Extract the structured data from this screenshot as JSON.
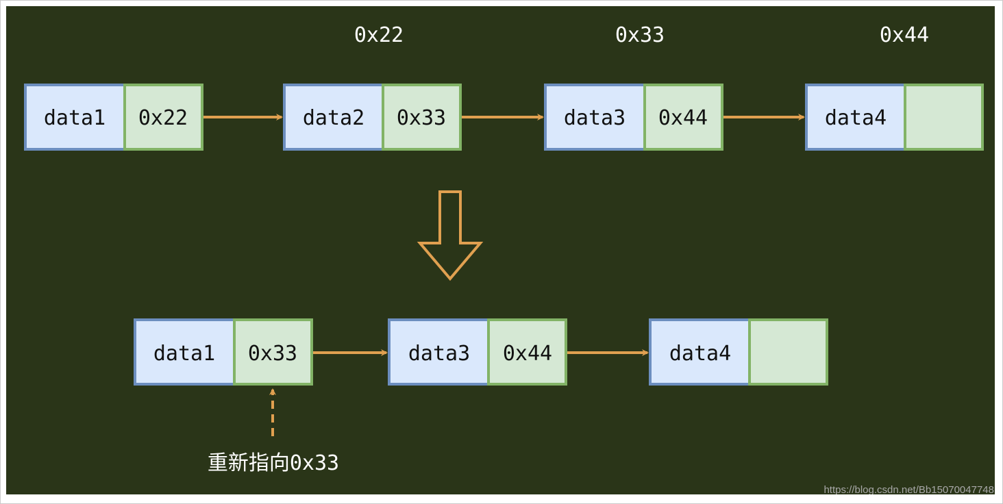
{
  "colors": {
    "background": "#2a3518",
    "data_fill": "#dae8fc",
    "data_stroke": "#6c8ebf",
    "ptr_fill": "#d5e8d4",
    "ptr_stroke": "#82b366",
    "arrow": "#e0a050",
    "text": "#111111",
    "label": "#ffffff"
  },
  "top_row": {
    "address_labels": [
      "0x22",
      "0x33",
      "0x44"
    ],
    "nodes": [
      {
        "data": "data1",
        "next": "0x22"
      },
      {
        "data": "data2",
        "next": "0x33"
      },
      {
        "data": "data3",
        "next": "0x44"
      },
      {
        "data": "data4",
        "next": ""
      }
    ]
  },
  "bottom_row": {
    "nodes": [
      {
        "data": "data1",
        "next": "0x33"
      },
      {
        "data": "data3",
        "next": "0x44"
      },
      {
        "data": "data4",
        "next": ""
      }
    ],
    "note": "重新指向0x33"
  },
  "watermark": "https://blog.csdn.net/Bb15070047748"
}
